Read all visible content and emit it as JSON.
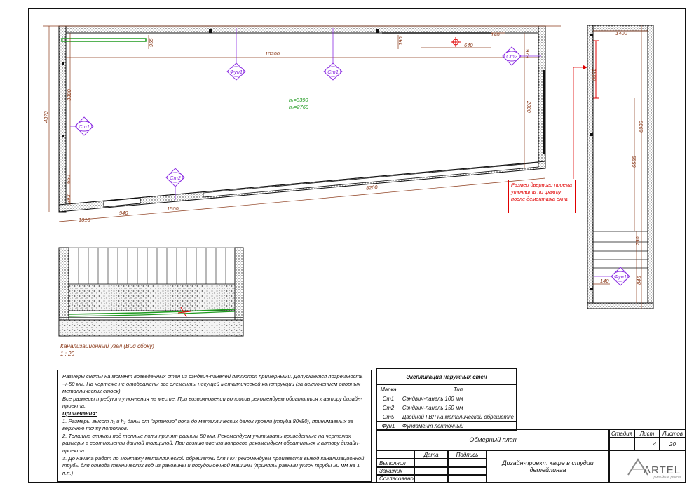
{
  "plan": {
    "dims": {
      "top_length": "10200",
      "top_right_140": "140",
      "top_640": "640",
      "top_right_973": "973",
      "top_190": "190",
      "top_955": "955",
      "left_height": "4373",
      "left_3380": "3380",
      "left_650": "650",
      "left_bottom": "393",
      "right_2000": "2000",
      "bottom_1010": "1010",
      "bottom_940": "940",
      "bottom_1500": "1500",
      "bottom_8200": "8200"
    },
    "heights": {
      "h1": "h₁=3390",
      "h2": "h₂=2760"
    },
    "markers": [
      {
        "label": "Фун1"
      },
      {
        "label": "Ст1"
      },
      {
        "label": "Ст1"
      },
      {
        "label": "Ст2"
      },
      {
        "label": "Ст2"
      }
    ]
  },
  "side": {
    "dims": {
      "top_1400": "1400",
      "d1500": "1500",
      "d6930": "6930",
      "d6555": "6555",
      "d845": "845",
      "d140": "140",
      "d260": "260"
    },
    "marker": "Фун1"
  },
  "red_note": "Размер дверного проема уточнить по факту после демонтажа окна",
  "section": {
    "caption": "Канализационный узел (Вид сбоку)",
    "scale": "1 : 20"
  },
  "notes": {
    "intro": "Размеры сняты на момент возведенных стен из сэндвич-панелей являются примерными. Допускается погрешность +/-50 мм. На чертеже не отображены все элементы несущей металлической конструкции (за исключением опорных металлических стоек).",
    "intro2": "Все размеры требуют уточнения на месте. При возникновении вопросов рекомендуем обратиться к автору дизайн-проекта.",
    "heading": "Примечания:",
    "n1": "1. Размеры высот h₁ и h₂ даны от \"грязного\" пола до металлических балок кровли (труба 80х80), принимаемых за верхнюю точку потолков.",
    "n2": "2. Толщина стяжки под теплые полы принят равным 50 мм. Рекомендуем учитывать приведенные на чертежах размеры в соотношении данной толщиной. При возникновении вопросов рекомендуем обратиться к автору дизайн-проекта.",
    "n3": "3. До начала работ по монтажу металлической обрешетки для ГКЛ рекомендуем произвести вывод канализационной трубы для отвода технических вод из раковины и посудомоечной машины (принять равным уклон трубы 20 мм на 1 п.п.)"
  },
  "walls_table": {
    "title": "Экспликация наружных стен",
    "headers": [
      "Марка",
      "Тип"
    ],
    "rows": [
      [
        "Ст1",
        "Сэндвич-панель 100 мм"
      ],
      [
        "Ст2",
        "Сэндвич-панель 150 мм"
      ],
      [
        "Ст5",
        "Двойной ГВЛ на металической обрешетке"
      ],
      [
        "Фун1",
        "Фундамент ленточный"
      ]
    ]
  },
  "title_block": {
    "sheet_title": "Обмерный план",
    "project": "Дизайн-проект кафе в студии детейлинга",
    "stage_label": "Стадия",
    "sheet_label": "Лист",
    "sheets_label": "Листов",
    "stage_value": "",
    "sheet_value": "4",
    "sheets_value": "20",
    "col_date": "Дата",
    "col_sign": "Подпись",
    "roles": [
      "Выполнил",
      "Заказчик",
      "Согласовано"
    ],
    "logo_text": "ARTEL",
    "logo_sub": "ДИЗАЙН & ДЕКОР"
  },
  "colors": {
    "accent_purple": "#8a2be2",
    "dim_brown": "#8b3a1a",
    "red": "#e00000",
    "green": "#1f9a1f"
  }
}
